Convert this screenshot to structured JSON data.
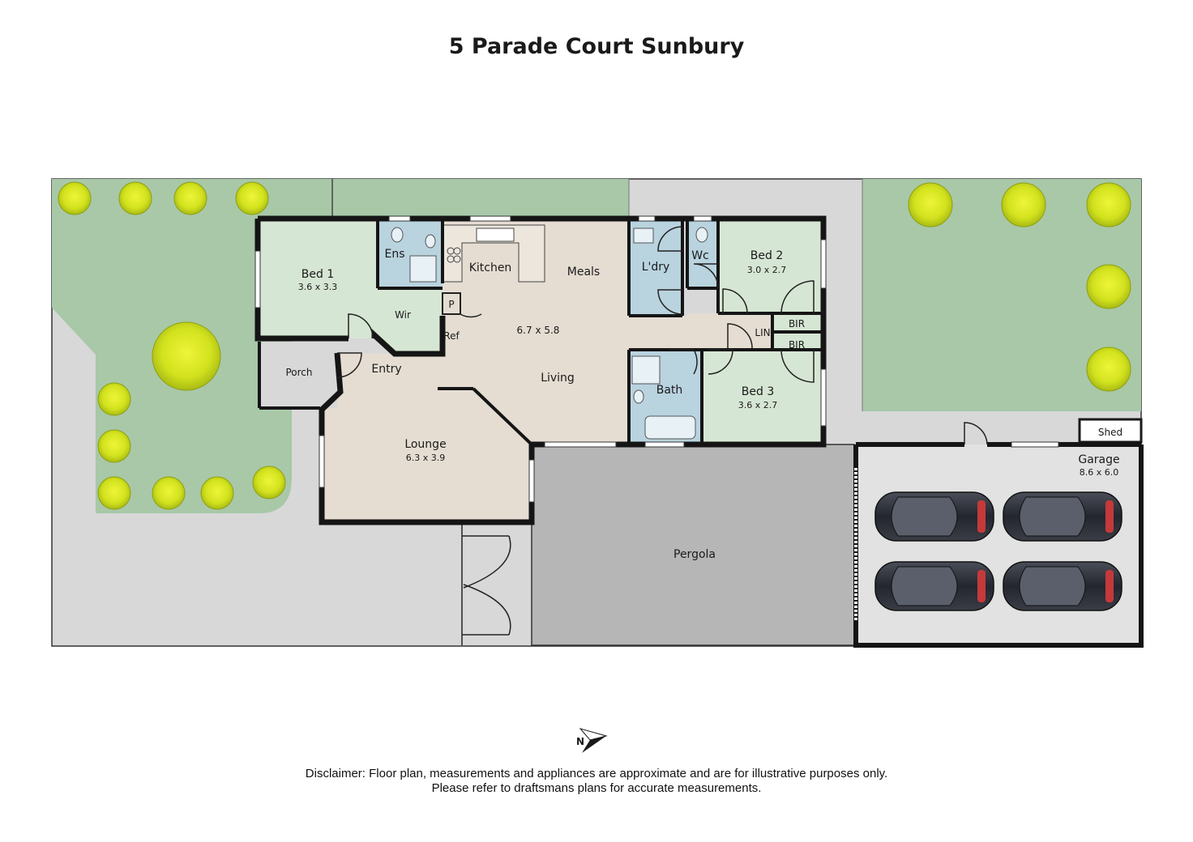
{
  "title": "5 Parade Court Sunbury",
  "rooms": {
    "bed1": {
      "name": "Bed 1",
      "dims": "3.6 x 3.3"
    },
    "ens": {
      "name": "Ens"
    },
    "wir": {
      "name": "Wir"
    },
    "kitchen": {
      "name": "Kitchen"
    },
    "meals": {
      "name": "Meals"
    },
    "pantry": {
      "name": "P"
    },
    "ref": {
      "name": "Ref"
    },
    "living_dims": "6.7 x 5.8",
    "living": {
      "name": "Living"
    },
    "laundry": {
      "name": "L'dry"
    },
    "wc": {
      "name": "Wc"
    },
    "bed2": {
      "name": "Bed 2",
      "dims": "3.0 x 2.7"
    },
    "lin": {
      "name": "LIN"
    },
    "bir1": {
      "name": "BIR"
    },
    "bir2": {
      "name": "BIR"
    },
    "bath": {
      "name": "Bath"
    },
    "bed3": {
      "name": "Bed 3",
      "dims": "3.6 x 2.7"
    },
    "porch": {
      "name": "Porch"
    },
    "entry": {
      "name": "Entry"
    },
    "lounge": {
      "name": "Lounge",
      "dims": "6.3 x 3.9"
    },
    "pergola": {
      "name": "Pergola"
    },
    "shed": {
      "name": "Shed"
    },
    "garage": {
      "name": "Garage",
      "dims": "8.6 x 6.0"
    }
  },
  "compass": {
    "label": "N"
  },
  "disclaimer": {
    "line1": "Disclaimer: Floor plan, measurements and appliances are approximate and are for illustrative purposes only.",
    "line2": "Please refer to draftsmans plans for accurate measurements."
  },
  "colors": {
    "lawn": "#a8c8a8",
    "paving": "#d8d8d8",
    "bedroom": "#d6e6d4",
    "wet_area": "#b9d3df",
    "living": "#e5ddd2",
    "pergola": "#b6b6b6",
    "garage": "#e2e2e2",
    "tree": "#d2e21d",
    "wall": "#151515"
  }
}
